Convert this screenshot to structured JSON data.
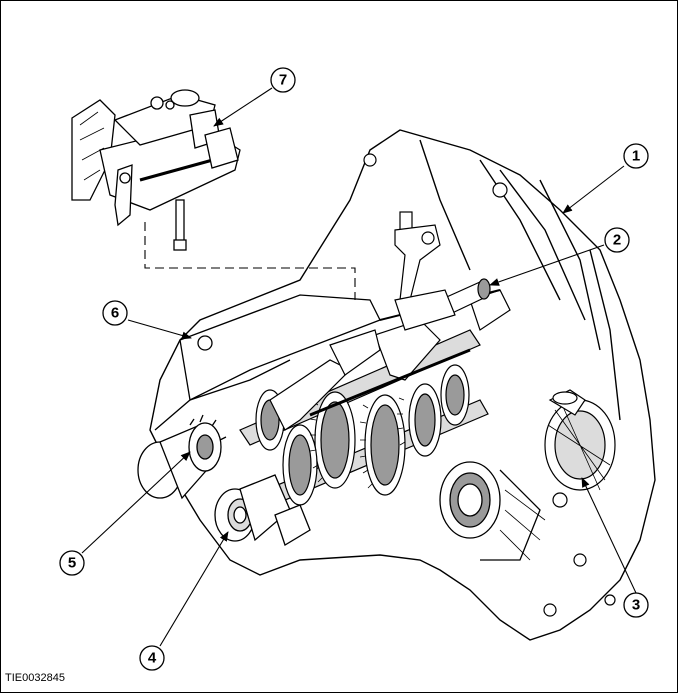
{
  "figure_id": "TIE0032845",
  "callouts": [
    {
      "id": "1",
      "label": "1"
    },
    {
      "id": "2",
      "label": "2"
    },
    {
      "id": "3",
      "label": "3"
    },
    {
      "id": "4",
      "label": "4"
    },
    {
      "id": "5",
      "label": "5"
    },
    {
      "id": "6",
      "label": "6"
    },
    {
      "id": "7",
      "label": "7"
    }
  ],
  "colors": {
    "line": "#000000",
    "shade": "#9a9a9a",
    "light": "#dcdcdc",
    "paper": "#ffffff"
  }
}
